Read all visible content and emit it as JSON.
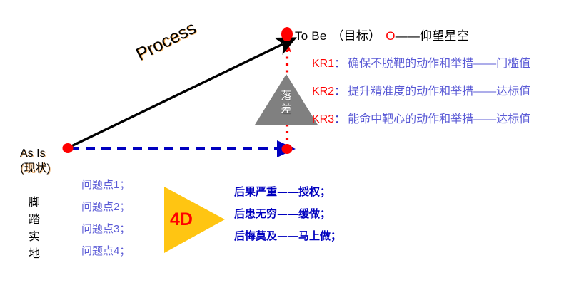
{
  "diagram": {
    "title_row": {
      "tobe_label": "To Be",
      "tobe_sub": "（目标）",
      "circle_icon": "O",
      "tobe_tail": "——仰望星空"
    },
    "kr_items": [
      {
        "key": "KR1",
        "colon": "：",
        "text": "确保不脱靶的动作和举措——门槛值"
      },
      {
        "key": "KR2",
        "colon": "：",
        "text": "提升精准度的动作和举措——达标值"
      },
      {
        "key": "KR3",
        "colon": "：",
        "text": "能命中靶心的动作和举措——达标值"
      }
    ],
    "gap_triangle": {
      "label": "落差",
      "fill": "#808080"
    },
    "process_label": "Process",
    "as_is": {
      "label_en": "As Is",
      "label_cn": "(现状)"
    },
    "footing_label": "脚踏实地",
    "problem_points": [
      "问题点1；",
      "问题点2；",
      "问题点3；",
      "问题点4；"
    ],
    "fourd_triangle": {
      "label": "4D",
      "fill": "#FFC512",
      "label_color": "#FF0000"
    },
    "consequences": [
      "后果严重——授权；",
      "后患无穷——缓做；",
      "后悔莫及——马上做；"
    ],
    "colors": {
      "accent_red": "#FF0000",
      "accent_blue": "#0000BF",
      "kr_text_blue": "#5B5BD6",
      "gray": "#808080",
      "gold": "#FFC512",
      "black": "#000000"
    }
  }
}
